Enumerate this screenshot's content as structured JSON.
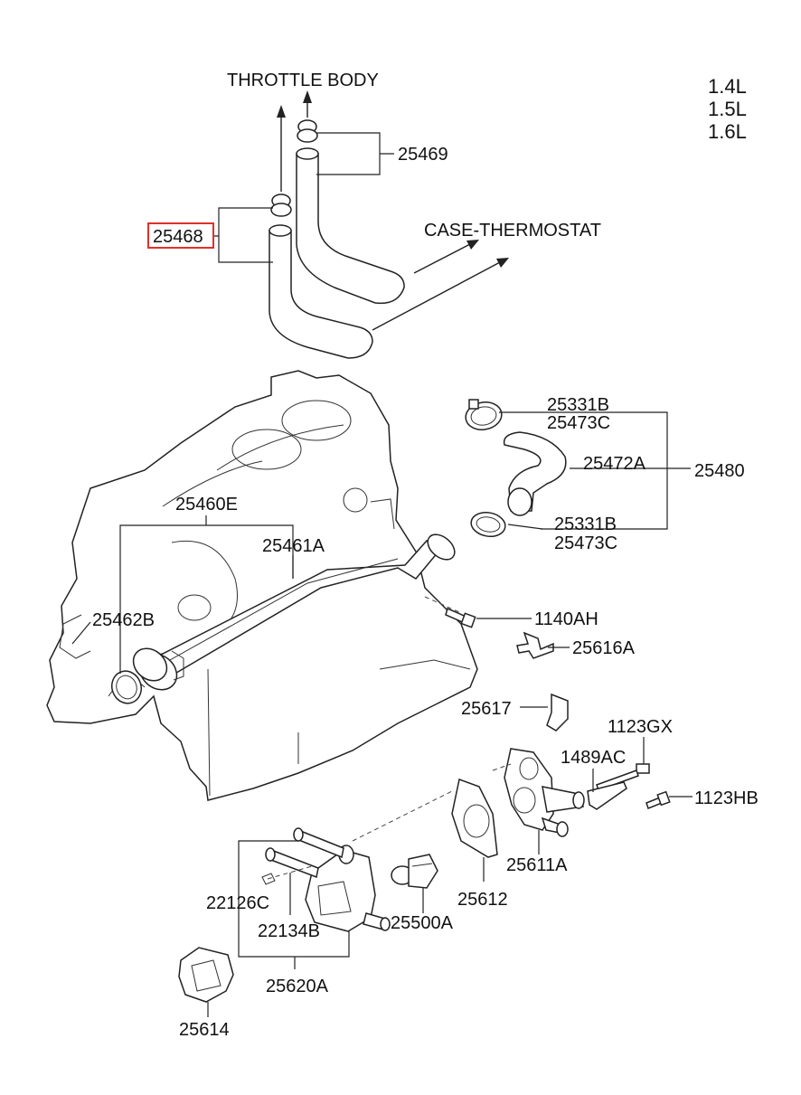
{
  "engine_sizes": [
    "1.4L",
    "1.5L",
    "1.6L"
  ],
  "direction_labels": {
    "throttle_body": "THROTTLE BODY",
    "case_thermostat": "CASE-THERMOSTAT"
  },
  "highlight_color": "#e0302a",
  "parts": {
    "p25468": "25468",
    "p25469": "25469",
    "p25331B_top": "25331B",
    "p25473C_top": "25473C",
    "p25472A": "25472A",
    "p25480": "25480",
    "p25331B_bottom": "25331B",
    "p25473C_bottom": "25473C",
    "p25460E": "25460E",
    "p25461A": "25461A",
    "p25462B": "25462B",
    "p1140AH": "1140AH",
    "p25616A": "25616A",
    "p25617": "25617",
    "p1123GX": "1123GX",
    "p1489AC": "1489AC",
    "p1123HB": "1123HB",
    "p25611A": "25611A",
    "p25612": "25612",
    "p25500A": "25500A",
    "p22126C": "22126C",
    "p22134B": "22134B",
    "p25620A": "25620A",
    "p25614": "25614"
  }
}
